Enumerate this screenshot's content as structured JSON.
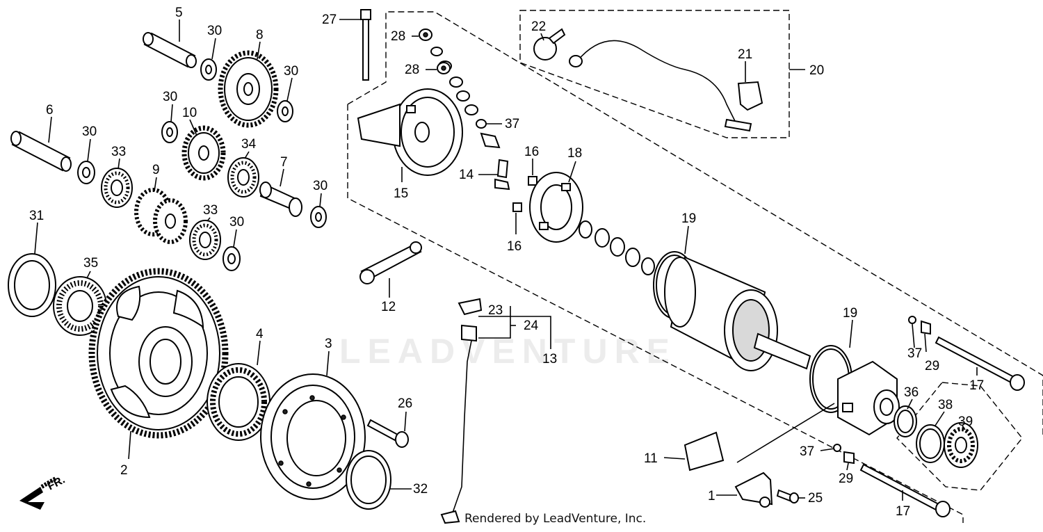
{
  "footer_text": "Rendered by LeadVenture, Inc.",
  "watermark_text": "LEADVENTURE",
  "direction_label": "FR.",
  "callouts": [
    {
      "id": "c5",
      "text": "5"
    },
    {
      "id": "c30a",
      "text": "30"
    },
    {
      "id": "c8",
      "text": "8"
    },
    {
      "id": "c30b",
      "text": "30"
    },
    {
      "id": "c30c",
      "text": "30"
    },
    {
      "id": "c10",
      "text": "10"
    },
    {
      "id": "c6",
      "text": "6"
    },
    {
      "id": "c30d",
      "text": "30"
    },
    {
      "id": "c33a",
      "text": "33"
    },
    {
      "id": "c34",
      "text": "34"
    },
    {
      "id": "c7",
      "text": "7"
    },
    {
      "id": "c30e",
      "text": "30"
    },
    {
      "id": "c9",
      "text": "9"
    },
    {
      "id": "c33b",
      "text": "33"
    },
    {
      "id": "c30f",
      "text": "30"
    },
    {
      "id": "c31",
      "text": "31"
    },
    {
      "id": "c35",
      "text": "35"
    },
    {
      "id": "c4",
      "text": "4"
    },
    {
      "id": "c3",
      "text": "3"
    },
    {
      "id": "c2",
      "text": "2"
    },
    {
      "id": "c26",
      "text": "26"
    },
    {
      "id": "c32",
      "text": "32"
    },
    {
      "id": "c27",
      "text": "27"
    },
    {
      "id": "c28a",
      "text": "28"
    },
    {
      "id": "c28b",
      "text": "28"
    },
    {
      "id": "c37a",
      "text": "37"
    },
    {
      "id": "c15",
      "text": "15"
    },
    {
      "id": "c14",
      "text": "14"
    },
    {
      "id": "c16a",
      "text": "16"
    },
    {
      "id": "c18",
      "text": "18"
    },
    {
      "id": "c16b",
      "text": "16"
    },
    {
      "id": "c12",
      "text": "12"
    },
    {
      "id": "c23",
      "text": "23"
    },
    {
      "id": "c24",
      "text": "24"
    },
    {
      "id": "c13",
      "text": "13"
    },
    {
      "id": "c22",
      "text": "22"
    },
    {
      "id": "c21",
      "text": "21"
    },
    {
      "id": "c20",
      "text": "20"
    },
    {
      "id": "c19a",
      "text": "19"
    },
    {
      "id": "c19b",
      "text": "19"
    },
    {
      "id": "c37b",
      "text": "37"
    },
    {
      "id": "c29a",
      "text": "29"
    },
    {
      "id": "c17a",
      "text": "17"
    },
    {
      "id": "c36",
      "text": "36"
    },
    {
      "id": "c38",
      "text": "38"
    },
    {
      "id": "c39",
      "text": "39"
    },
    {
      "id": "c11",
      "text": "11"
    },
    {
      "id": "c37c",
      "text": "37"
    },
    {
      "id": "c29b",
      "text": "29"
    },
    {
      "id": "c1",
      "text": "1"
    },
    {
      "id": "c25",
      "text": "25"
    },
    {
      "id": "c17b",
      "text": "17"
    }
  ]
}
